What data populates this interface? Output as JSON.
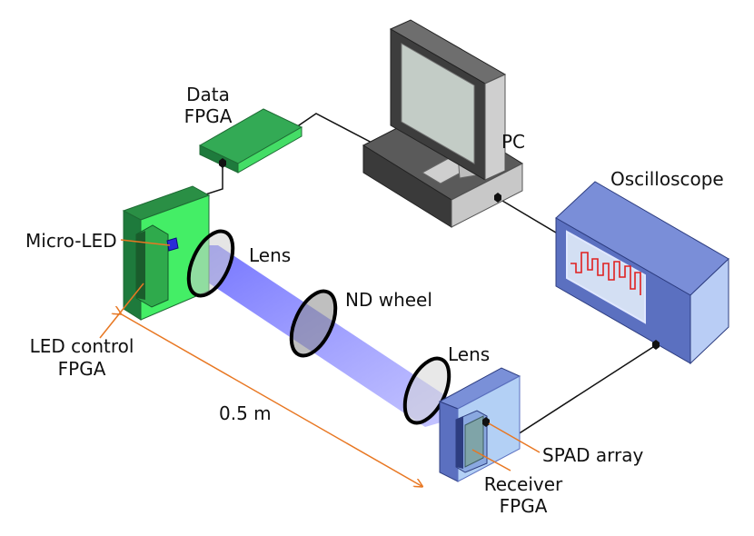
{
  "labels": {
    "data_fpga_1": "Data",
    "data_fpga_2": "FPGA",
    "pc": "PC",
    "oscilloscope": "Oscilloscope",
    "micro_led": "Micro-LED",
    "lens_1": "Lens",
    "nd_wheel": "ND wheel",
    "led_control_1": "LED control",
    "led_control_2": "FPGA",
    "distance": "0.5 m",
    "lens_2": "Lens",
    "spad_array": "SPAD array",
    "receiver_1": "Receiver",
    "receiver_2": "FPGA"
  },
  "colors": {
    "fpga_green": "#33dd55",
    "beam_blue": "#6666ff",
    "scope_blue": "#5b70c0",
    "receiver_blue": "#a8c8f0",
    "leader_orange": "#e87722",
    "waveform_red": "#e02020"
  }
}
